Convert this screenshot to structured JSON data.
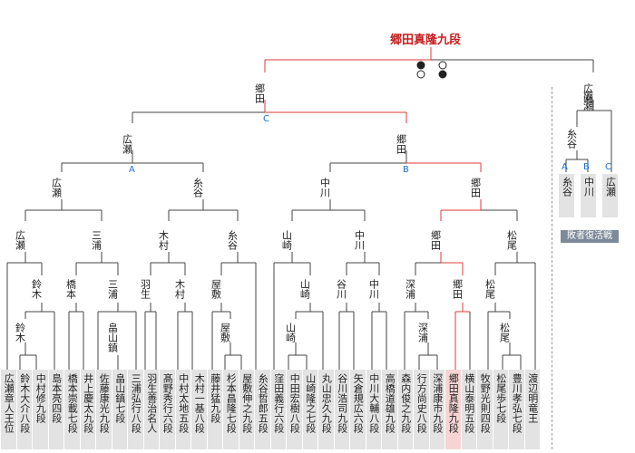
{
  "champion": "郷田真隆九段",
  "results": [
    [
      "win",
      "loss"
    ],
    [
      "loss",
      "win"
    ]
  ],
  "finals": {
    "left": "郷田",
    "right": "広瀬"
  },
  "semis_labels": {
    "C": "C",
    "B": "B",
    "A": "A"
  },
  "rounds": {
    "r5": [
      "広瀬",
      "郷田"
    ],
    "r4": [
      "広瀬",
      "糸谷",
      "中川",
      "郷田"
    ],
    "r3": [
      "広瀬",
      "三浦",
      "木村",
      "糸谷",
      "山崎",
      "中川",
      "郷田",
      "松尾"
    ],
    "r2": [
      "鈴木",
      "橋本",
      "三浦",
      "羽生",
      "木村",
      "屋敷",
      "山崎",
      "谷川",
      "中川",
      "深浦",
      "郷田",
      "松尾"
    ],
    "r1": [
      "鈴木",
      "畠山鎮",
      "屋敷",
      "山崎",
      "深浦",
      "松尾"
    ]
  },
  "players": [
    "広瀬章人王位",
    "鈴木大介八段",
    "中村修九段",
    "島本亮四段",
    "橋本崇載七段",
    "井上慶太九段",
    "佐藤康光九段",
    "畠山鎮七段",
    "三浦弘行八段",
    "羽生善治名人",
    "髙野秀行六段",
    "中村太地五段",
    "木村一基八段",
    "藤井猛九段",
    "杉本昌隆七段",
    "屋敷伸之九段",
    "糸谷哲郎五段",
    "窪田義行六段",
    "中田宏樹八段",
    "山崎隆之七段",
    "丸山忠久九段",
    "谷川浩司九段",
    "矢倉規広六段",
    "中川大輔八段",
    "高橋道雄九段",
    "森内俊之九段",
    "行方尚史八段",
    "深浦康市九段",
    "郷田真隆九段",
    "横山泰明五段",
    "牧野光則四段",
    "松尾歩七段",
    "豊川孝弘七段",
    "渡辺明竜王"
  ],
  "revival": {
    "title": "敗者復活戦",
    "winner": "広瀬",
    "semi": "糸谷",
    "entries": [
      {
        "tag": "A",
        "name": "糸谷"
      },
      {
        "tag": "B",
        "name": "中川"
      },
      {
        "tag": "C",
        "name": "広瀬"
      }
    ]
  }
}
